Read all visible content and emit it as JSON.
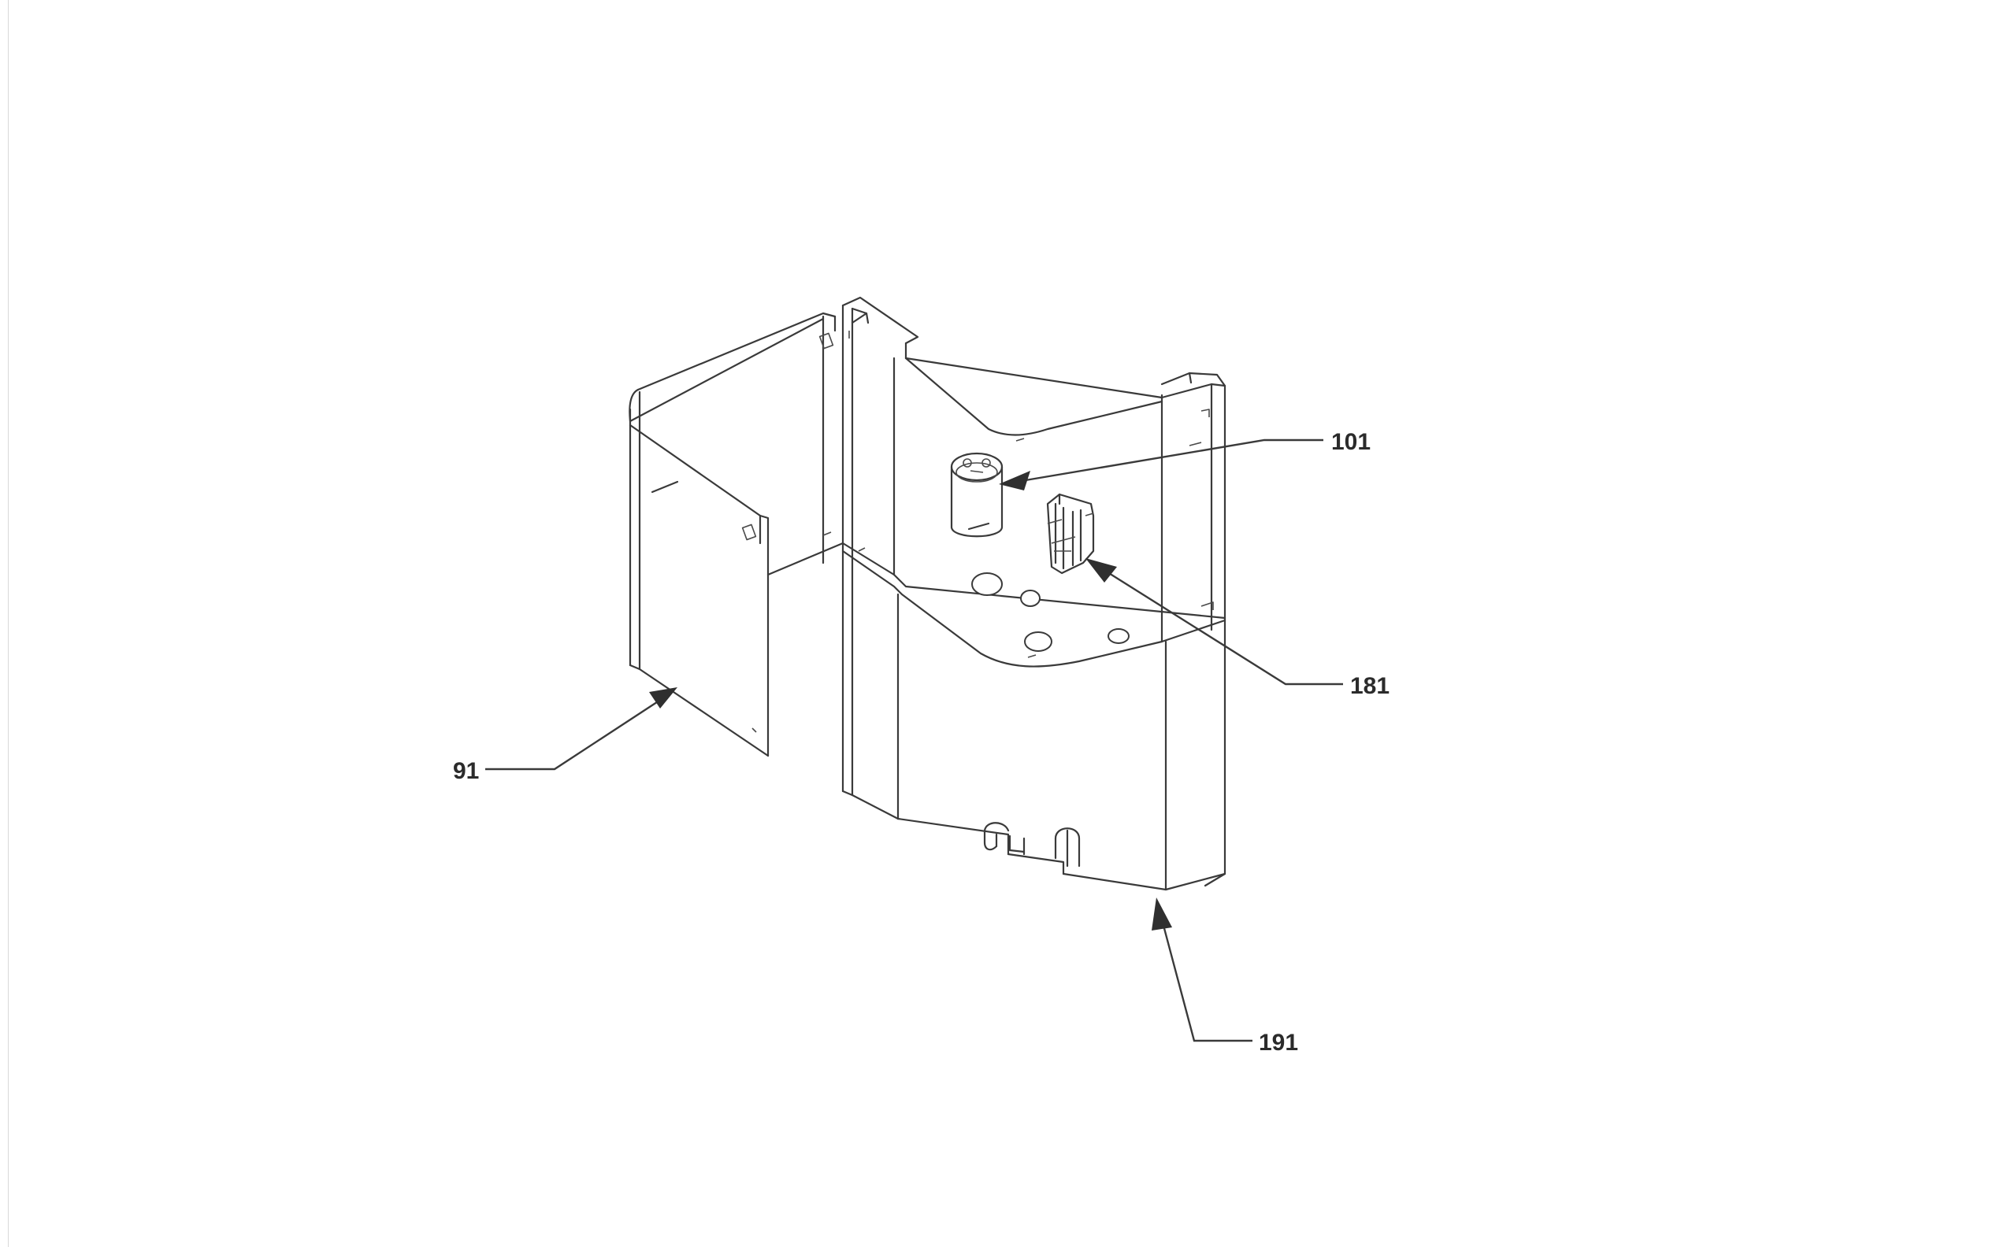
{
  "callouts": {
    "c101": "101",
    "c181": "181",
    "c91": "91",
    "c191": "191"
  },
  "colors": {
    "line": "#3a3a3a",
    "text": "#2b2b2b",
    "background": "#ffffff"
  }
}
